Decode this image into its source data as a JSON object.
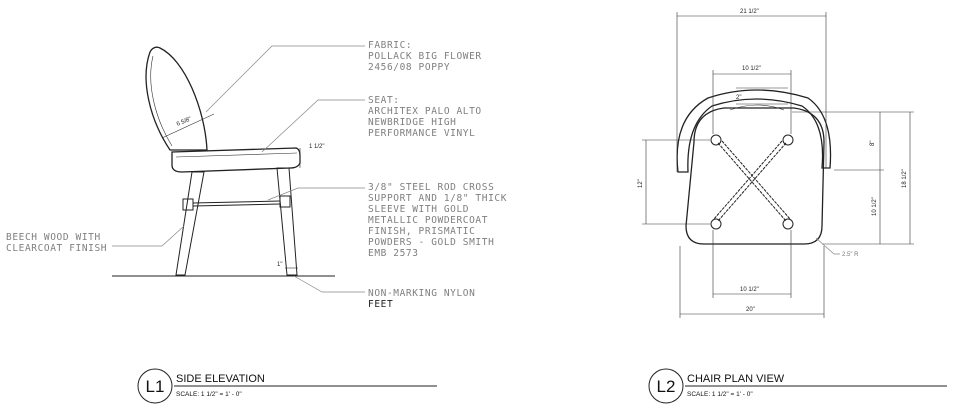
{
  "views": [
    {
      "id": "L1",
      "title": "SIDE ELEVATION",
      "scale": "SCALE: 1 1/2\" = 1' - 0\""
    },
    {
      "id": "L2",
      "title": "CHAIR PLAN VIEW",
      "scale": "SCALE: 1 1/2\" = 1' - 0\""
    }
  ],
  "notes": {
    "fabric": [
      "FABRIC:",
      "POLLACK BIG FLOWER",
      "2456/08 POPPY"
    ],
    "seat": [
      "SEAT:",
      "ARCHITEX PALO ALTO",
      "NEWBRIDGE HIGH",
      "PERFORMANCE VINYL"
    ],
    "rod": [
      "3/8\" STEEL ROD CROSS",
      "SUPPORT AND 1/8\" THICK",
      "SLEEVE WITH GOLD",
      "METALLIC POWDERCOAT",
      "FINISH, PRISMATIC",
      "POWDERS - GOLD SMITH",
      "EMB 2573"
    ],
    "wood": [
      "BEECH WOOD WITH",
      "CLEARCOAT FINISH"
    ],
    "feet": [
      "NON-MARKING NYLON",
      "FEET"
    ]
  },
  "dims": {
    "side_back": "6 5/8\"",
    "side_seat": "1 1/2\"",
    "side_foot": "1\"",
    "plan_top_width": "21 1/2\"",
    "plan_inner_top": "10 1/2\"",
    "plan_small": "2\"",
    "plan_left_height": "12\"",
    "plan_right_8": "8\"",
    "plan_right_10": "10 1/2\"",
    "plan_right_18": "18 1/2\"",
    "plan_inner_bottom": "10 1/2\"",
    "plan_bottom_width": "20\"",
    "plan_radius": "2.5\" R"
  }
}
